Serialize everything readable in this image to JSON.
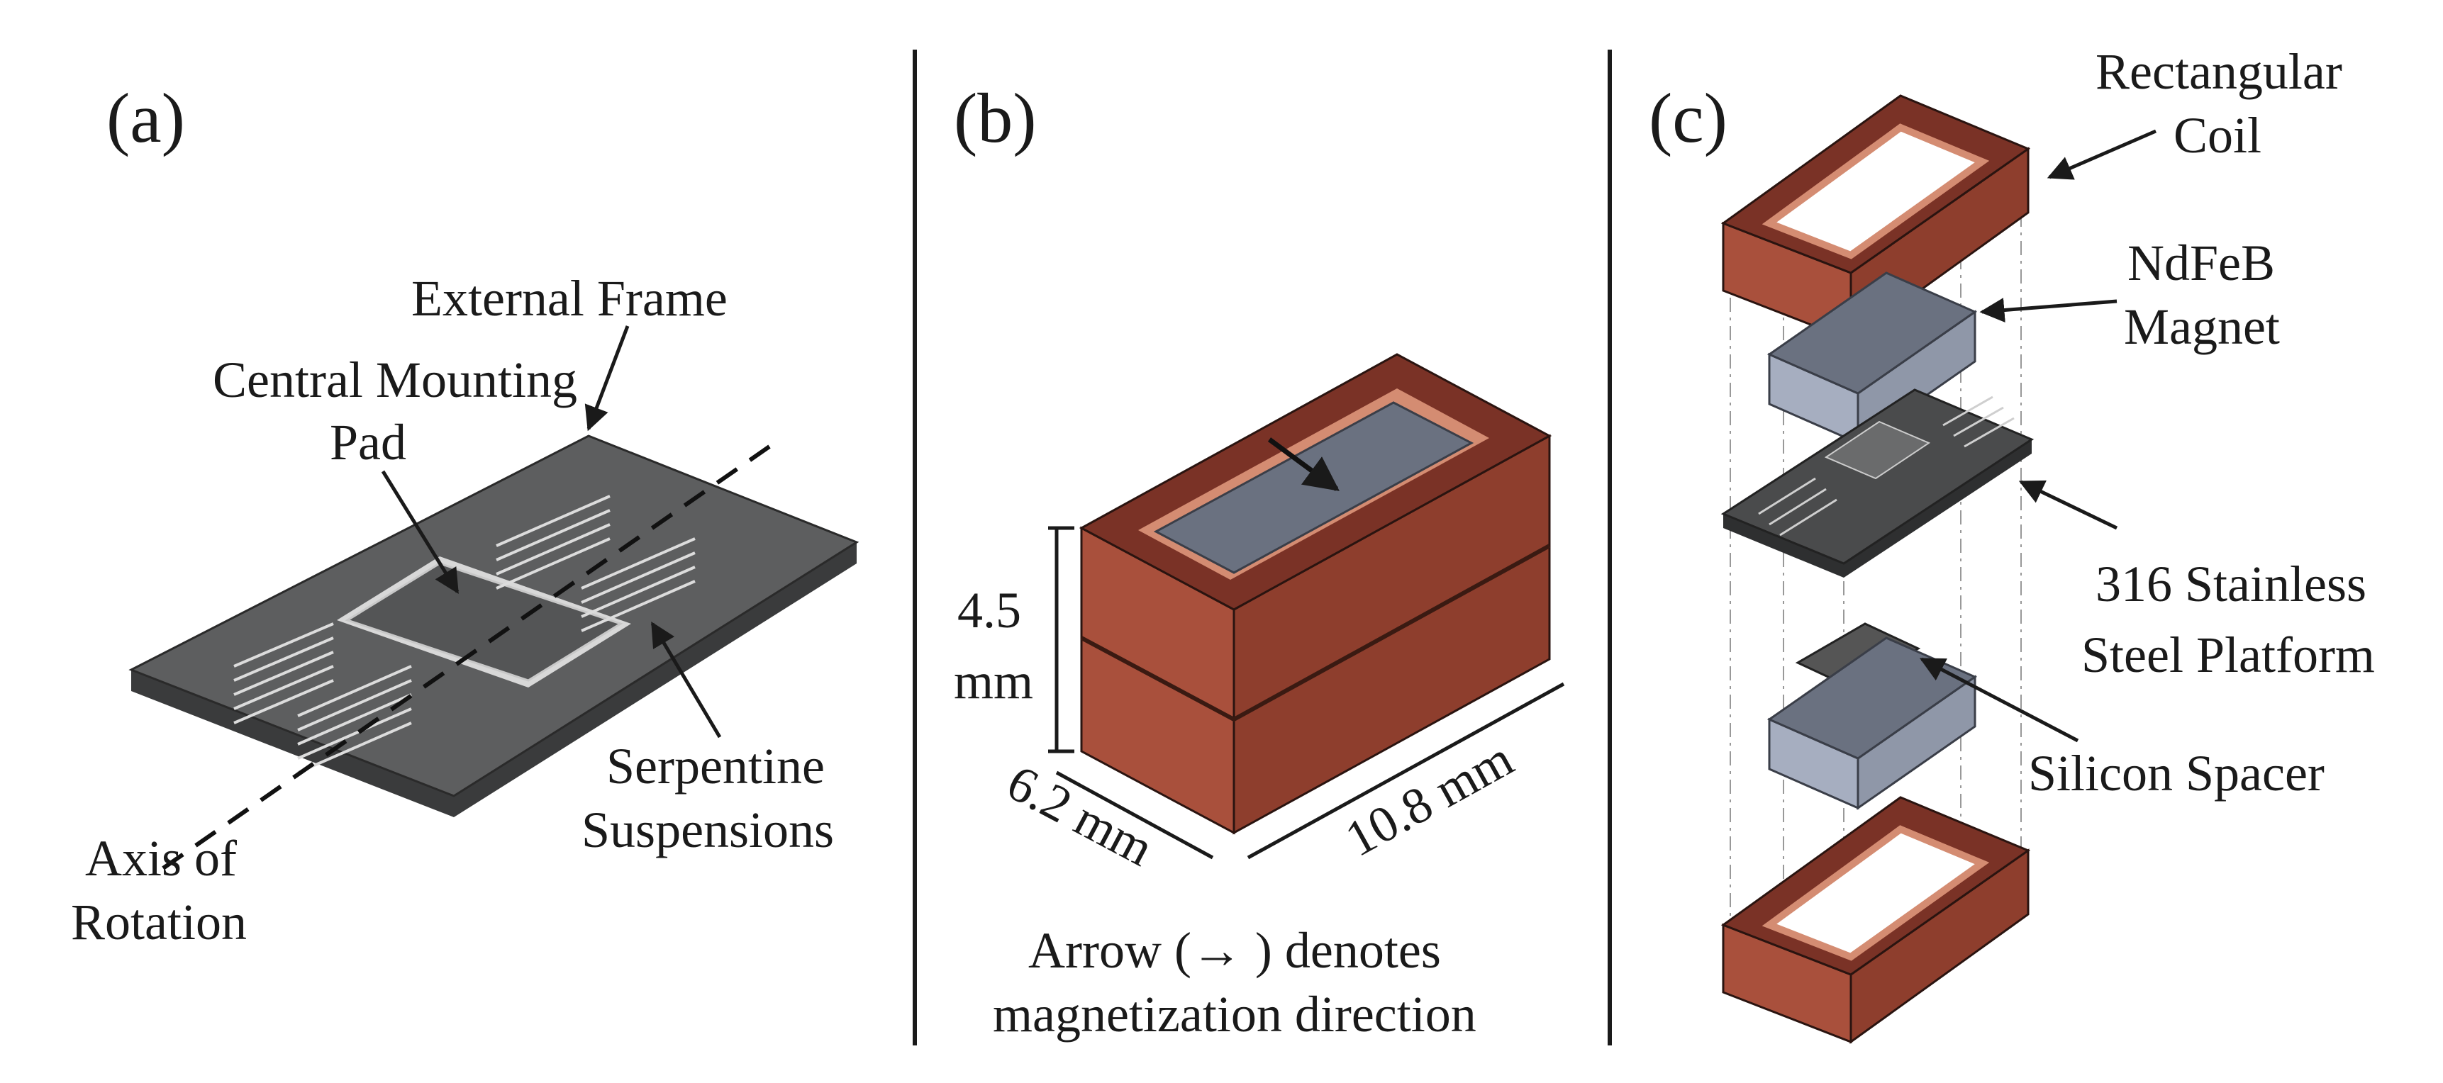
{
  "colors": {
    "steel_top": "#5d5e5f",
    "steel_side": "#3a3b3c",
    "copper_outer": "#7a3226",
    "copper_front": "#a9503c",
    "copper_side": "#8e3e2d",
    "copper_inner": "#d48c72",
    "magnet_top": "#6a7180",
    "magnet_side": "#8f97a8",
    "magnet_front": "#a6aec0",
    "ink": "#1a1a1a"
  },
  "panel_a": {
    "letter": "(a)",
    "external_frame": "External Frame",
    "central_mounting_pad_line1": "Central Mounting",
    "central_mounting_pad_line2": "Pad",
    "serpentine_line1": "Serpentine",
    "serpentine_line2": "Suspensions",
    "axis_line1": "Axis of",
    "axis_line2": "Rotation"
  },
  "panel_b": {
    "letter": "(b)",
    "height_value": "4.5",
    "height_unit": "mm",
    "width_label": "6.2 mm",
    "length_label": "10.8 mm",
    "caption_line1": "Arrow (→ ) denotes",
    "caption_line2": "magnetization direction"
  },
  "panel_c": {
    "letter": "(c)",
    "coil_line1": "Rectangular",
    "coil_line2": "Coil",
    "magnet_line1": "NdFeB",
    "magnet_line2": "Magnet",
    "platform_line1": "316 Stainless",
    "platform_line2": "Steel Platform",
    "spacer": "Silicon Spacer"
  }
}
